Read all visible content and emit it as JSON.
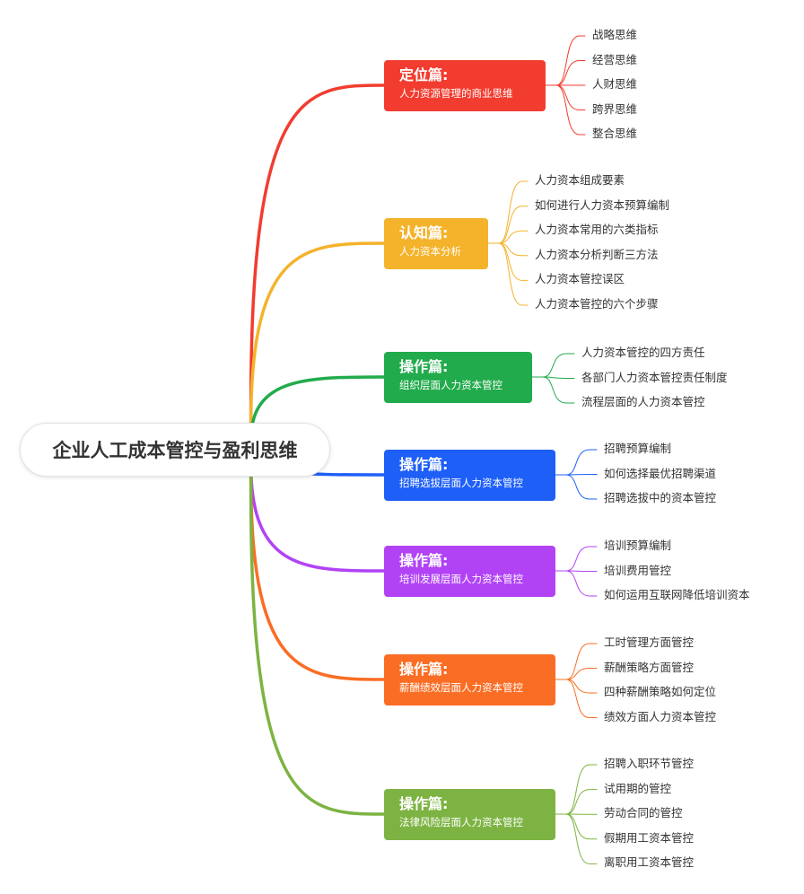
{
  "root": {
    "title": "企业人工成本管控与盈利思维"
  },
  "branches": [
    {
      "title": "定位篇:",
      "subtitle": "人力资源管理的商业思维",
      "color": "#f23c2f",
      "items": [
        "战略思维",
        "经营思维",
        "人财思维",
        "跨界思维",
        "整合思维"
      ]
    },
    {
      "title": "认知篇:",
      "subtitle": "人力资本分析",
      "color": "#f4b32b",
      "items": [
        "人力资本组成要素",
        "如何进行人力资本预算编制",
        "人力资本常用的六类指标",
        "人力资本分析判断三方法",
        "人力资本管控误区",
        "人力资本管控的六个步骤"
      ]
    },
    {
      "title": "操作篇:",
      "subtitle": "组织层面人力资本管控",
      "color": "#22ab4c",
      "items": [
        "人力资本管控的四方责任",
        "各部门人力资本管控责任制度",
        "流程层面的人力资本管控"
      ]
    },
    {
      "title": "操作篇:",
      "subtitle": "招聘选拔层面人力资本管控",
      "color": "#1e5ff7",
      "items": [
        "招聘预算编制",
        "如何选择最优招聘渠道",
        "招聘选拔中的资本管控"
      ]
    },
    {
      "title": "操作篇:",
      "subtitle": "培训发展层面人力资本管控",
      "color": "#b243f5",
      "items": [
        "培训预算编制",
        "培训费用管控",
        "如何运用互联网降低培训资本"
      ]
    },
    {
      "title": "操作篇:",
      "subtitle": "薪酬绩效层面人力资本管控",
      "color": "#fa6d24",
      "items": [
        "工时管理方面管控",
        "薪酬策略方面管控",
        "四种薪酬策略如何定位",
        "绩效方面人力资本管控"
      ]
    },
    {
      "title": "操作篇:",
      "subtitle": "法律风险层面人力资本管控",
      "color": "#7db342",
      "items": [
        "招聘入职环节管控",
        "试用期的管控",
        "劳动合同的管控",
        "假期用工资本管控",
        "离职用工资本管控"
      ]
    }
  ]
}
